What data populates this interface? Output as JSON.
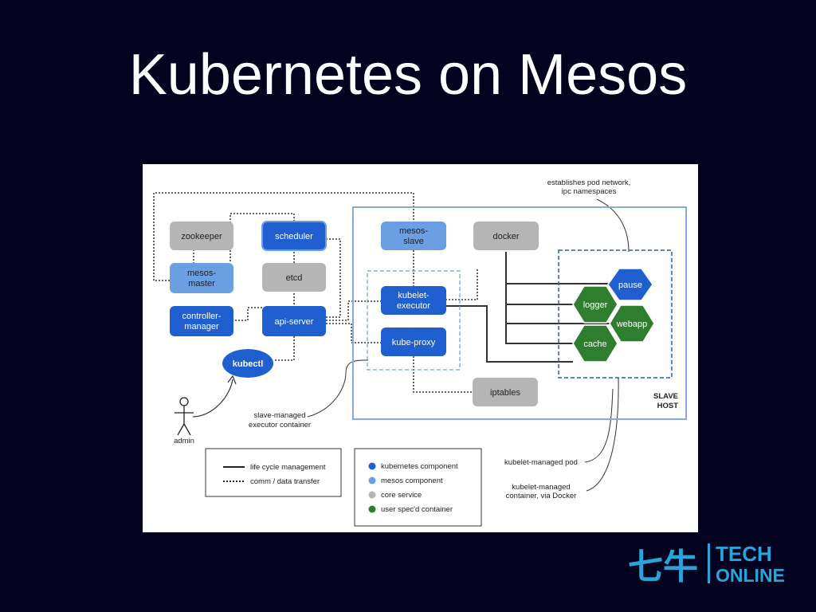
{
  "title": "Kubernetes on Mesos",
  "nodes": {
    "zookeeper": "zookeeper",
    "scheduler": "scheduler",
    "etcd": "etcd",
    "mesos_master": [
      "mesos-",
      "master"
    ],
    "controller_manager": [
      "controller-",
      "manager"
    ],
    "api_server": "api-server",
    "kubectl": "kubectl",
    "mesos_slave": [
      "mesos-",
      "slave"
    ],
    "docker": "docker",
    "kubelet_executor": [
      "kubelet-",
      "executor"
    ],
    "kube_proxy": "kube-proxy",
    "iptables": "iptables",
    "pause": "pause",
    "logger": "logger",
    "webapp": "webapp",
    "cache": "cache"
  },
  "labels": {
    "slave_host": [
      "SLAVE",
      "HOST"
    ],
    "pod_network": [
      "establishes pod network,",
      "ipc namespaces"
    ],
    "slave_managed": [
      "slave-managed",
      "executor container"
    ],
    "kubelet_pod": "kubelet-managed pod",
    "kubelet_container": [
      "kubelet-managed",
      "container, via Docker"
    ],
    "admin": "admin"
  },
  "legend": {
    "lines": [
      "life cycle management",
      "comm / data transfer"
    ],
    "colors": [
      {
        "label": "kubernetes component",
        "color": "#1f5fcf"
      },
      {
        "label": "mesos component",
        "color": "#6a9fe3"
      },
      {
        "label": "core service",
        "color": "#b5b5b5"
      },
      {
        "label": "user spec'd container",
        "color": "#2f7d2f"
      }
    ]
  },
  "colors": {
    "kubernetes": "#1f5fcf",
    "mesos": "#6a9fe3",
    "core": "#b5b5b5",
    "container": "#2f7d2f",
    "background": "#03031f"
  },
  "logo": {
    "mark": "七牛",
    "line1": "TECH",
    "line2": "ONLINE"
  }
}
